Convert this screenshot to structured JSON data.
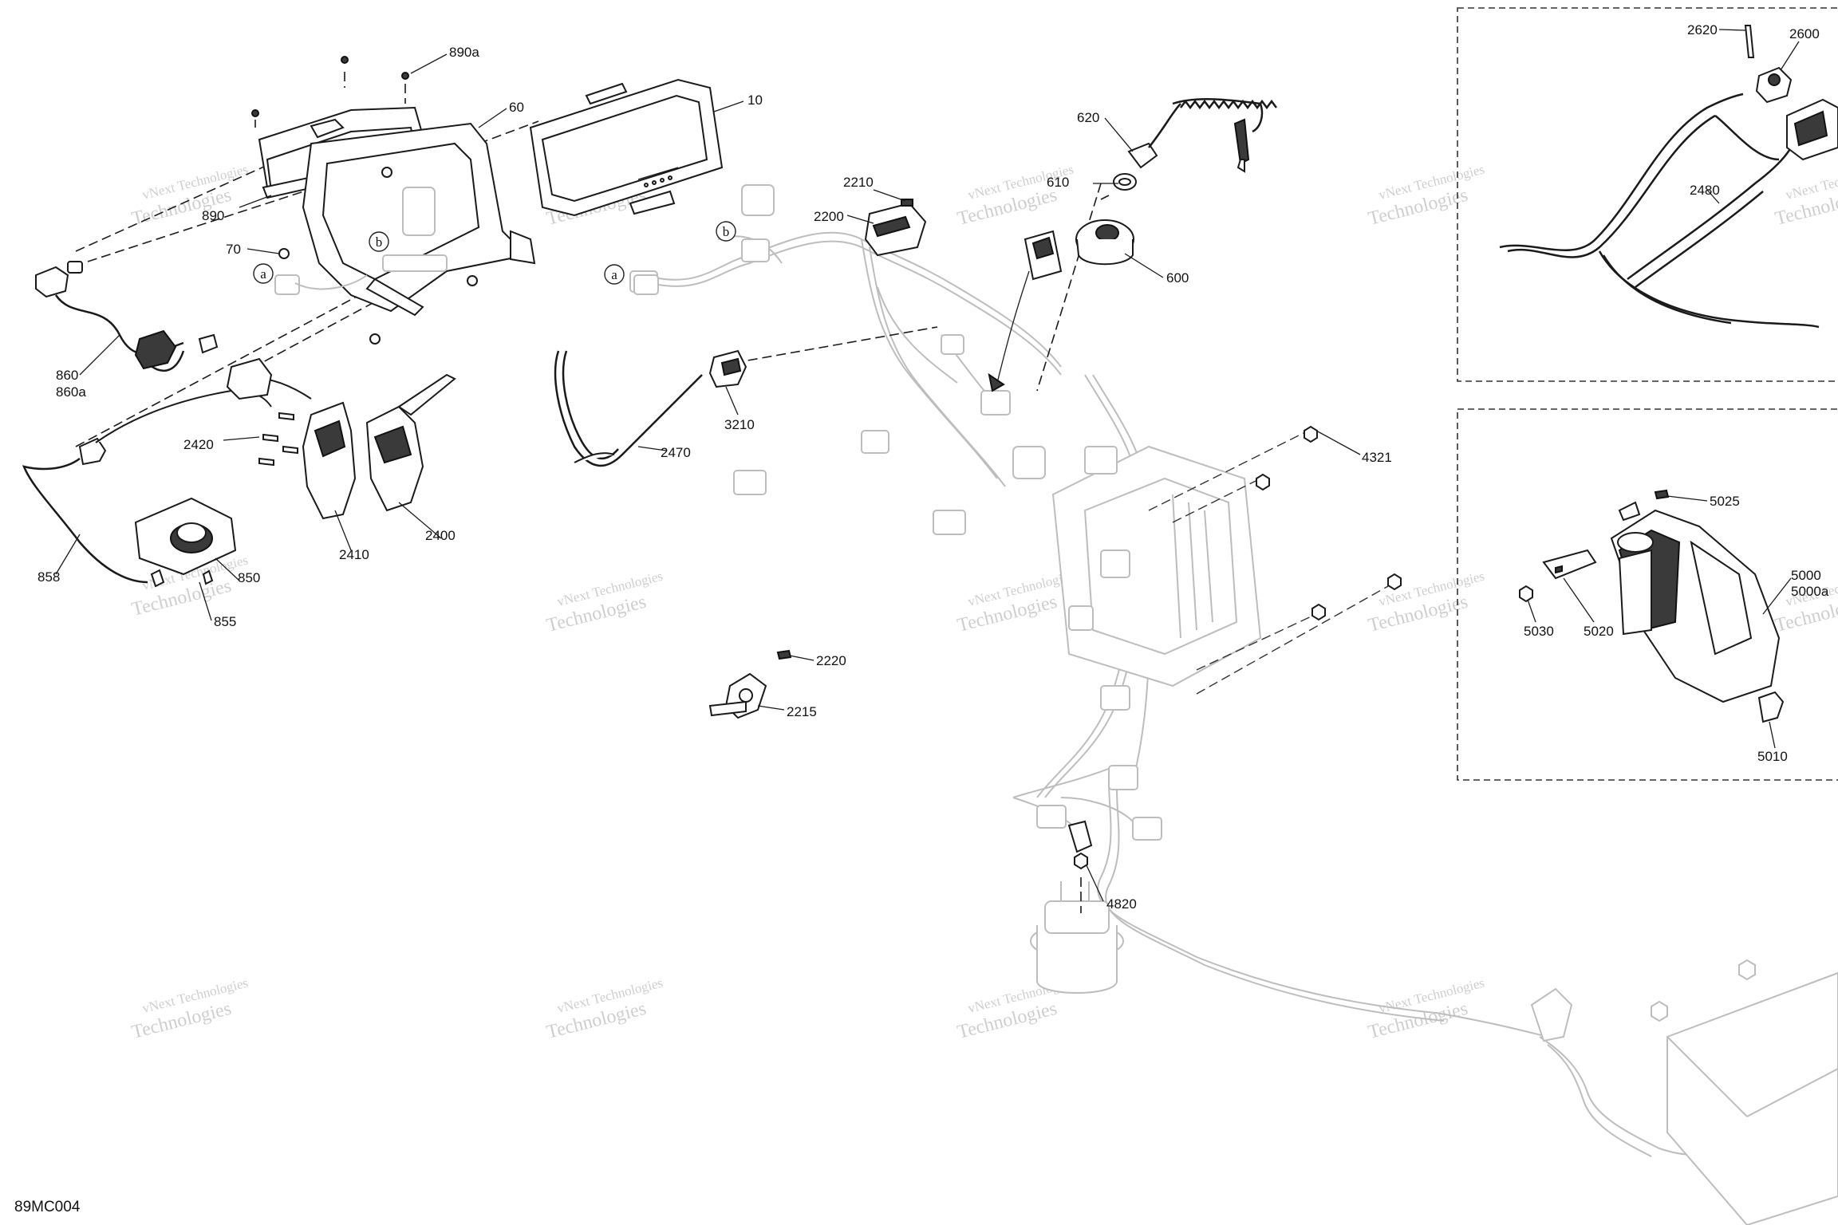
{
  "diagram": {
    "code": "89MC004",
    "watermark": {
      "line1": "vNext Technologies",
      "line2": "Technologies"
    },
    "callouts": [
      {
        "id": "890a",
        "text": "890a"
      },
      {
        "id": "60",
        "text": "60"
      },
      {
        "id": "10",
        "text": "10"
      },
      {
        "id": "890",
        "text": "890"
      },
      {
        "id": "70",
        "text": "70"
      },
      {
        "id": "860",
        "text": "860"
      },
      {
        "id": "860a",
        "text": "860a"
      },
      {
        "id": "2420",
        "text": "2420"
      },
      {
        "id": "2410",
        "text": "2410"
      },
      {
        "id": "2400",
        "text": "2400"
      },
      {
        "id": "858",
        "text": "858"
      },
      {
        "id": "850",
        "text": "850"
      },
      {
        "id": "855",
        "text": "855"
      },
      {
        "id": "2210",
        "text": "2210"
      },
      {
        "id": "2200",
        "text": "2200"
      },
      {
        "id": "2470",
        "text": "2470"
      },
      {
        "id": "3210",
        "text": "3210"
      },
      {
        "id": "620",
        "text": "620"
      },
      {
        "id": "610",
        "text": "610"
      },
      {
        "id": "600",
        "text": "600"
      },
      {
        "id": "4321",
        "text": "4321"
      },
      {
        "id": "2220",
        "text": "2220"
      },
      {
        "id": "2215",
        "text": "2215"
      },
      {
        "id": "4820",
        "text": "4820"
      },
      {
        "id": "2620",
        "text": "2620"
      },
      {
        "id": "2600",
        "text": "2600"
      },
      {
        "id": "2480",
        "text": "2480"
      },
      {
        "id": "5025",
        "text": "5025"
      },
      {
        "id": "5000",
        "text": "5000"
      },
      {
        "id": "5000a",
        "text": "5000a"
      },
      {
        "id": "5030",
        "text": "5030"
      },
      {
        "id": "5020",
        "text": "5020"
      },
      {
        "id": "5010",
        "text": "5010"
      }
    ],
    "reference_marks": {
      "a": "a",
      "b": "b"
    }
  }
}
